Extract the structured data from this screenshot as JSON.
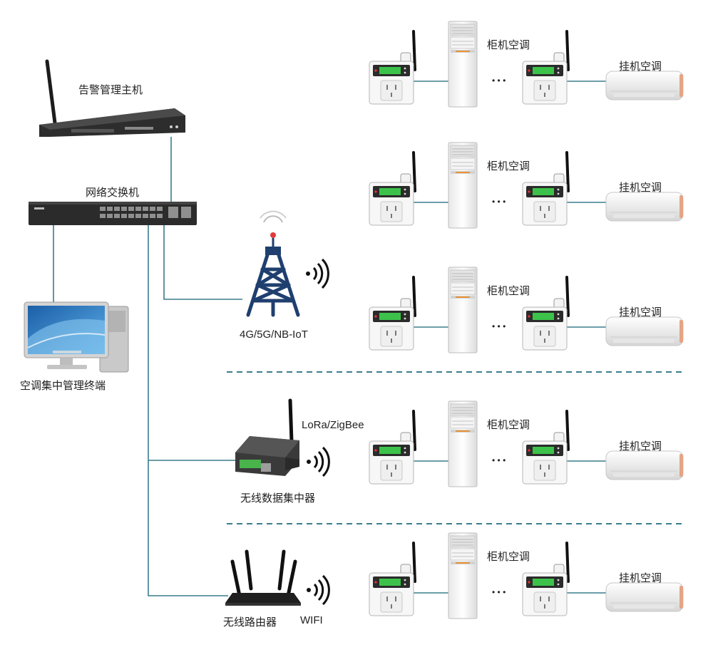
{
  "labels": {
    "alarm_host": "告警管理主机",
    "switch": "网络交换机",
    "terminal": "空调集中管理终端",
    "cellular": "4G/5G/NB-IoT",
    "lora": "LoRa/ZigBee",
    "concentrator": "无线数据集中器",
    "router": "无线路由器",
    "wifi": "WIFI"
  },
  "rows": [
    {
      "cabinet_label": "柜机空调",
      "ellipsis": "• • •",
      "wall_label": "挂机空调"
    },
    {
      "cabinet_label": "柜机空调",
      "ellipsis": "• • •",
      "wall_label": "挂机空调"
    },
    {
      "cabinet_label": "柜机空调",
      "ellipsis": "• • •",
      "wall_label": "挂机空调"
    },
    {
      "cabinet_label": "柜机空调",
      "ellipsis": "• • •",
      "wall_label": "挂机空调"
    },
    {
      "cabinet_label": "柜机空调",
      "ellipsis": "• • •",
      "wall_label": "挂机空调"
    }
  ],
  "colors": {
    "line": "#3a7d8c",
    "divider": "#3a7d8c",
    "tower": "#1f3f6f",
    "device_dark": "#2a2a2a",
    "lcd": "#3cc24a"
  }
}
